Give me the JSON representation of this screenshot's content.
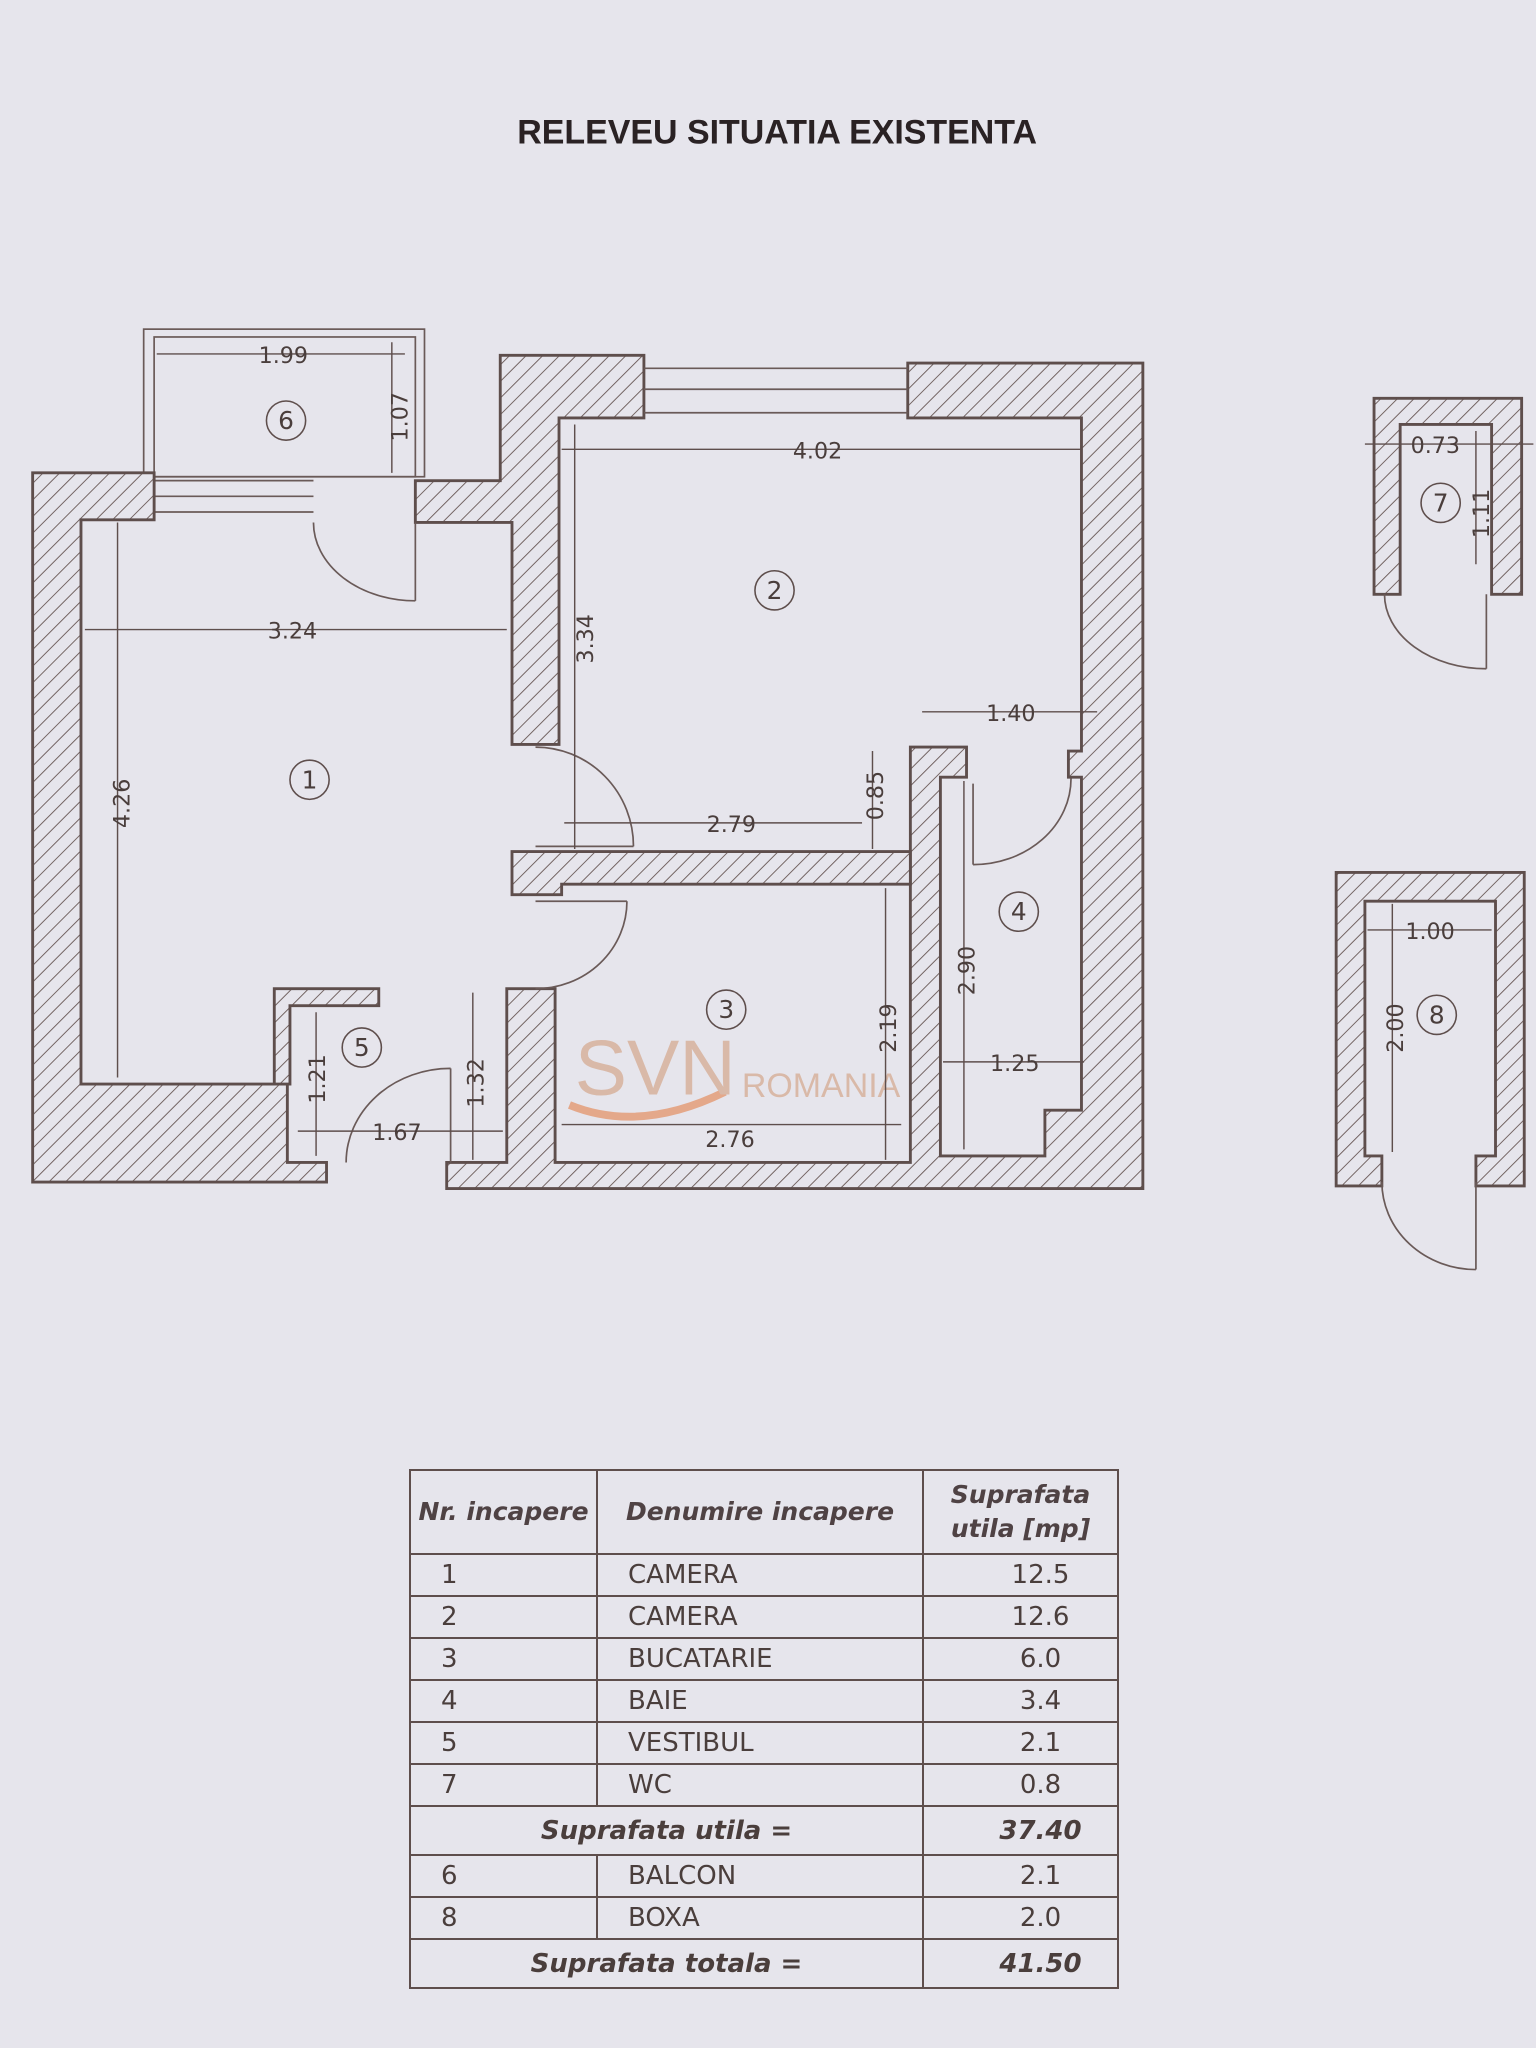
{
  "title": "RELEVEU SITUATIA EXISTENTA",
  "watermark": {
    "brand": "SVN",
    "sub": "ROMANIA"
  },
  "room_numbers": [
    "1",
    "2",
    "3",
    "4",
    "5",
    "6",
    "7",
    "8"
  ],
  "dimensions": {
    "balcony_width": "1.99",
    "balcony_depth": "1.07",
    "room2_width": "4.02",
    "room2_depth": "3.34",
    "room1_width": "3.24",
    "room1_depth": "4.26",
    "room2_step": "1.40",
    "room2_lower": "2.79",
    "room2_notch": "0.85",
    "bath_depth": "2.90",
    "kitchen_depth": "2.19",
    "bath_width": "1.25",
    "kitchen_width": "2.76",
    "vestibule_depth_left": "1.21",
    "vestibule_width": "1.67",
    "vestibule_depth_right": "1.32",
    "wc_width": "0.73",
    "wc_depth": "1.11",
    "storage_width": "1.00",
    "storage_depth": "2.00"
  },
  "table": {
    "headers": [
      "Nr. incapere",
      "Denumire incapere",
      "Suprafata utila [mp]"
    ],
    "rows": [
      {
        "nr": "1",
        "name": "CAMERA",
        "area": "12.5"
      },
      {
        "nr": "2",
        "name": "CAMERA",
        "area": "12.6"
      },
      {
        "nr": "3",
        "name": "BUCATARIE",
        "area": "6.0"
      },
      {
        "nr": "4",
        "name": "BAIE",
        "area": "3.4"
      },
      {
        "nr": "5",
        "name": "VESTIBUL",
        "area": "2.1"
      },
      {
        "nr": "7",
        "name": "WC",
        "area": "0.8"
      }
    ],
    "subtotal_label": "Suprafata utila =",
    "subtotal_value": "37.40",
    "extra_rows": [
      {
        "nr": "6",
        "name": "BALCON",
        "area": "2.1"
      },
      {
        "nr": "8",
        "name": "BOXA",
        "area": "2.0"
      }
    ],
    "total_label": "Suprafata totala =",
    "total_value": "41.50"
  }
}
